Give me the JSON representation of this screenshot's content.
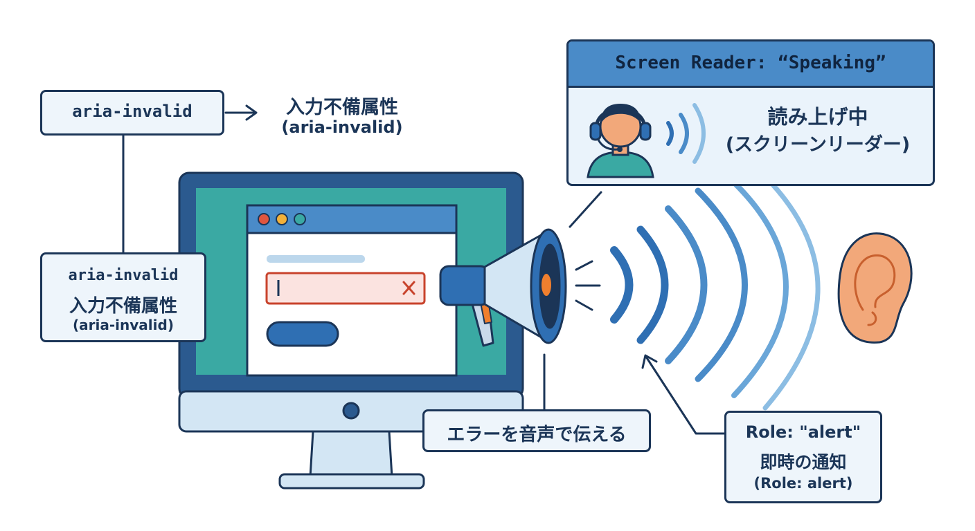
{
  "callouts": {
    "top_code": "aria-invalid",
    "top_ja": "入力不備属性",
    "top_en": "(aria-invalid)",
    "left_code": "aria-invalid",
    "left_ja": "入力不備属性",
    "left_en": "(aria-invalid)",
    "speak_error": "エラーを音声で伝える",
    "role_code": "Role: \"alert\"",
    "role_ja": "即時の通知",
    "role_en": "(Role: alert)"
  },
  "screen_reader": {
    "title": "Screen Reader: “Speaking”",
    "status_ja": "読み上げ中",
    "status_sub": "(スクリーンリーダー)"
  },
  "colors": {
    "navy": "#1b3557",
    "blue": "#2f6fb3",
    "teal": "#3aa9a3",
    "error": "#c8432c",
    "error_fill": "#fbe3e0",
    "skin": "#f2a87a"
  },
  "icons": [
    "monitor-icon",
    "megaphone-icon",
    "sound-waves-icon",
    "ear-icon",
    "headset-user-icon",
    "close-icon"
  ]
}
